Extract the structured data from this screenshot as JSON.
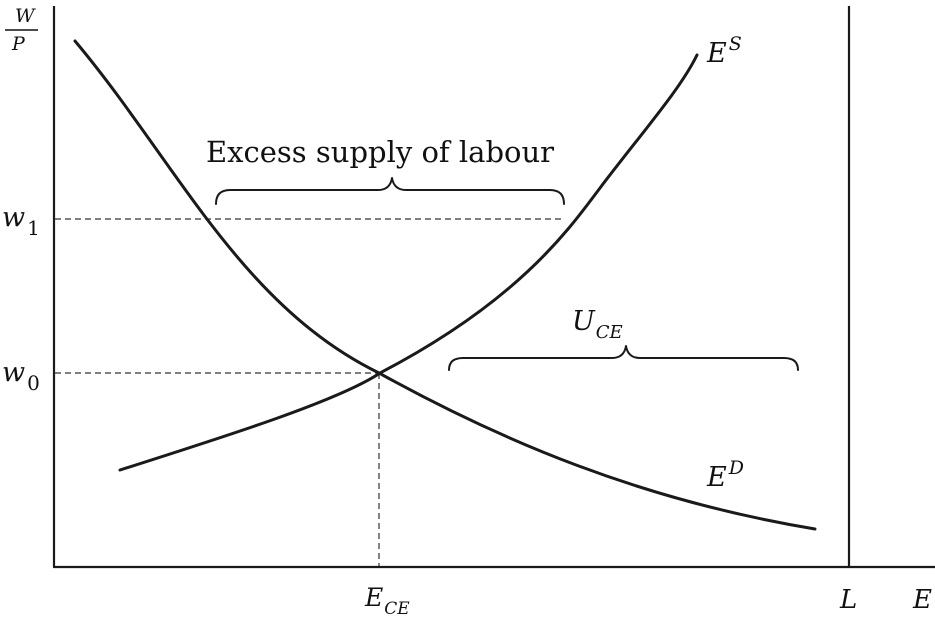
{
  "y_axis": {
    "numerator": "W",
    "denominator": "P"
  },
  "x_axis": {
    "label": "E"
  },
  "ticks": {
    "w1": {
      "base": "w",
      "sub": "1"
    },
    "w0": {
      "base": "w",
      "sub": "0"
    },
    "ece": {
      "base": "E",
      "sub": "CE"
    },
    "L": "L"
  },
  "curves": {
    "supply": {
      "base": "E",
      "sup": "S"
    },
    "demand": {
      "base": "E",
      "sup": "D"
    }
  },
  "annotations": {
    "excess_supply": "Excess supply of labour",
    "uce": {
      "base": "U",
      "sub": "CE"
    }
  }
}
